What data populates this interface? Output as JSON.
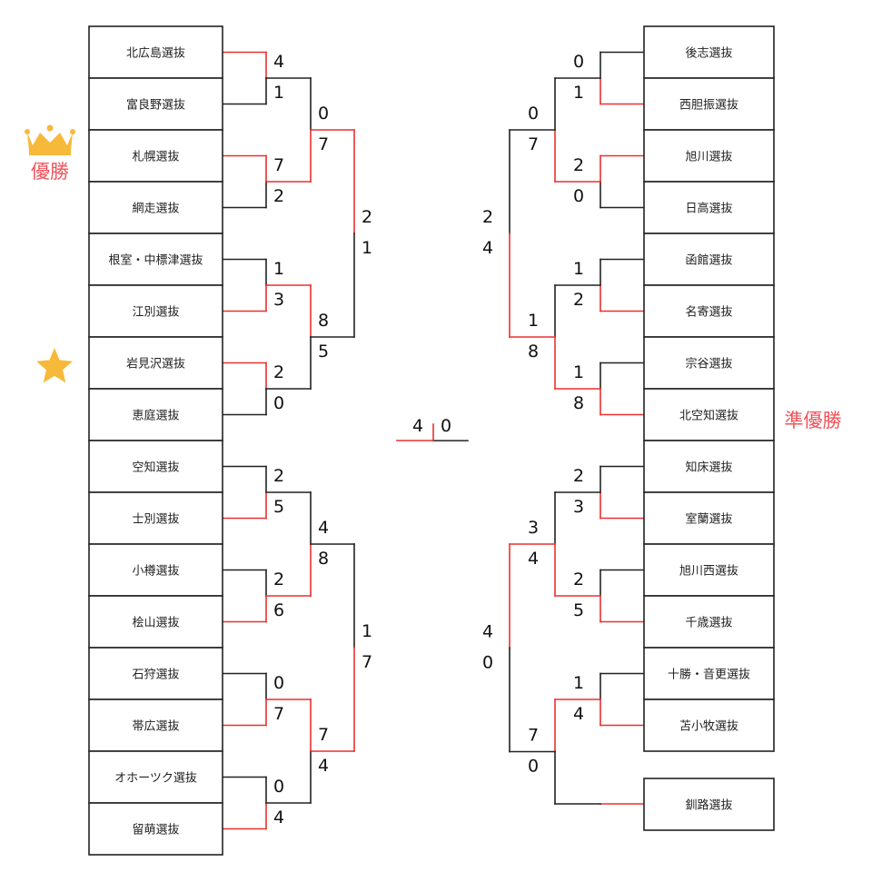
{
  "colors": {
    "win": "#e8312f",
    "line": "#222222",
    "award": "#f2525a",
    "crown": "#f7b93a",
    "star": "#f7b93a"
  },
  "left_teams": [
    "北広島選抜",
    "富良野選抜",
    "札幌選抜",
    "網走選抜",
    "根室・中標津選抜",
    "江別選抜",
    "岩見沢選抜",
    "恵庭選抜",
    "空知選抜",
    "士別選抜",
    "小樽選抜",
    "桧山選抜",
    "石狩選抜",
    "帯広選抜",
    "オホーツク選抜",
    "留萌選抜"
  ],
  "right_teams": [
    "後志選抜",
    "西胆振選抜",
    "旭川選抜",
    "日高選抜",
    "函館選抜",
    "名寄選抜",
    "宗谷選抜",
    "北空知選抜",
    "知床選抜",
    "室蘭選抜",
    "旭川西選抜",
    "千歳選抜",
    "十勝・音更選抜",
    "苫小牧選抜",
    "釧路選抜"
  ],
  "left_r1": [
    [
      "4",
      "1"
    ],
    [
      "7",
      "2"
    ],
    [
      "1",
      "3"
    ],
    [
      "2",
      "0"
    ],
    [
      "2",
      "5"
    ],
    [
      "2",
      "6"
    ],
    [
      "0",
      "7"
    ],
    [
      "0",
      "4"
    ]
  ],
  "left_r2": [
    [
      "0",
      "7"
    ],
    [
      "8",
      "5"
    ],
    [
      "4",
      "8"
    ],
    [
      "7",
      "4"
    ]
  ],
  "left_r3": [
    [
      "2",
      "1"
    ],
    [
      "1",
      "7"
    ]
  ],
  "right_r1": [
    [
      "0",
      "1"
    ],
    [
      "2",
      "0"
    ],
    [
      "1",
      "2"
    ],
    [
      "1",
      "8"
    ],
    [
      "2",
      "3"
    ],
    [
      "2",
      "5"
    ],
    [
      "1",
      "4"
    ]
  ],
  "right_r2": [
    [
      "0",
      "7"
    ],
    [
      "1",
      "8"
    ],
    [
      "3",
      "4"
    ],
    [
      "7",
      "0"
    ]
  ],
  "right_r3": [
    [
      "2",
      "4"
    ],
    [
      "4",
      "0"
    ]
  ],
  "final": [
    "4",
    "0"
  ],
  "labels": {
    "champion": "優勝",
    "runner_up": "準優勝"
  },
  "icons": {
    "crown": "crown-icon",
    "star": "star-icon"
  }
}
